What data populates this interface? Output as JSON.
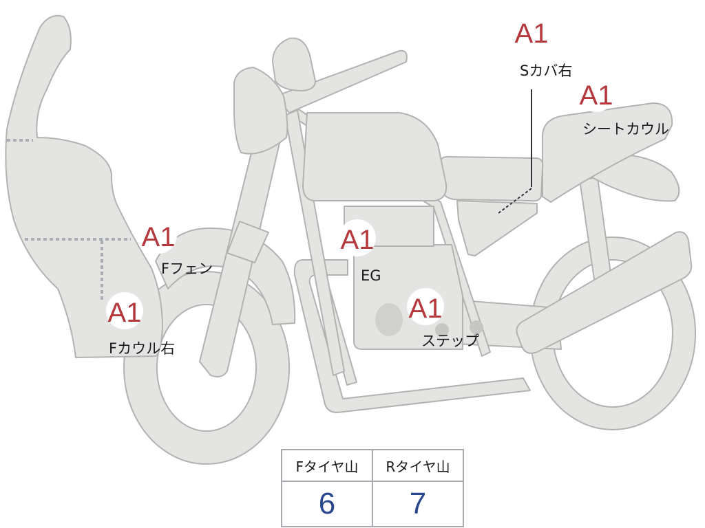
{
  "badges": {
    "f_cowl_right": {
      "code": "A1",
      "label": "Fカウル右"
    },
    "f_fender": {
      "code": "A1",
      "label": "Fフェン"
    },
    "engine": {
      "code": "A1",
      "label": "EG"
    },
    "step": {
      "code": "A1",
      "label": "ステップ"
    },
    "side_cover_right": {
      "code": "A1",
      "label": "Sカバ右"
    },
    "seat_cowl": {
      "code": "A1",
      "label": "シートカウル"
    }
  },
  "tire_table": {
    "headers": [
      "Fタイヤ山",
      "Rタイヤ山"
    ],
    "values": [
      "6",
      "7"
    ]
  },
  "colors": {
    "part_fill": "#e4e4e2",
    "part_outline": "#b2b2b0",
    "badge_text": "#b4383c",
    "table_value": "#28478f",
    "table_border": "#a7a9ae"
  }
}
